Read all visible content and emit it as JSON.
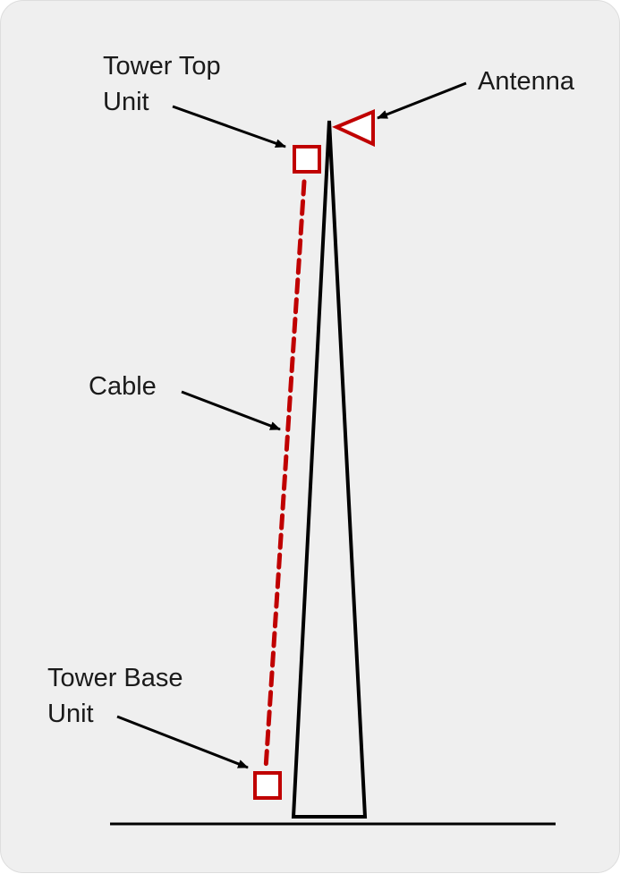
{
  "labels": {
    "tower_top_unit": [
      "Tower Top",
      "Unit"
    ],
    "antenna": "Antenna",
    "cable": "Cable",
    "tower_base_unit": [
      "Tower Base",
      "Unit"
    ]
  },
  "colors": {
    "background": "#efefef",
    "accent_red": "#c00000",
    "line_black": "#000000"
  }
}
